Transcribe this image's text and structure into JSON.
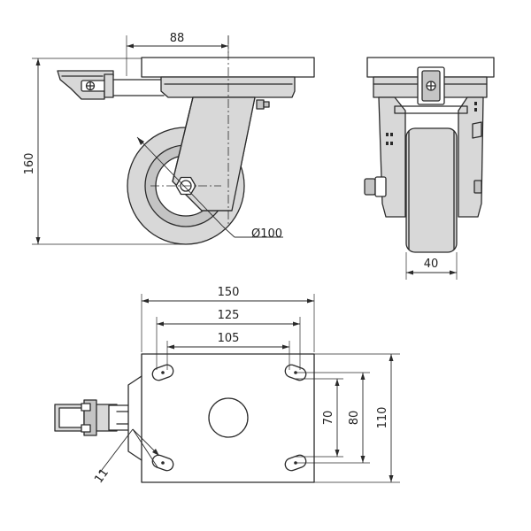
{
  "dimensions": {
    "top_offset": "88",
    "overall_height": "160",
    "wheel_diameter": "Ø100",
    "wheel_width": "40",
    "plate_length": "150",
    "hole_spacing_outer": "125",
    "hole_spacing_inner": "105",
    "plate_width": "110",
    "hole_spacing_80": "80",
    "hole_spacing_70": "70",
    "slot_size": "11"
  },
  "colors": {
    "line": "#2a2a2a",
    "fill_light": "#d8d8d8",
    "fill_mid": "#c4c4c4"
  }
}
